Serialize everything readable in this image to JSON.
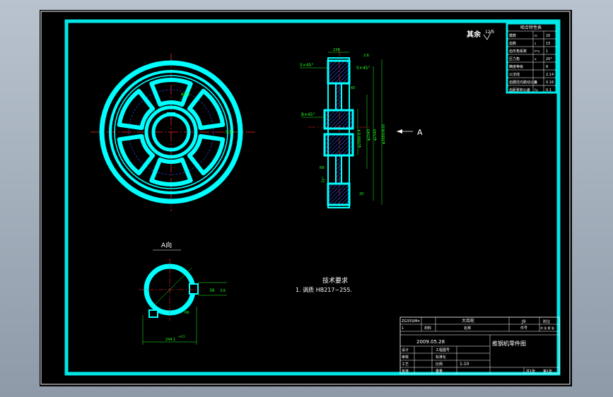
{
  "app": {
    "title": "AutoCAD drawing viewer"
  },
  "colors": {
    "frame": "#00e5e5",
    "part": "#00ffff",
    "dim": "#22ff22",
    "center": "#ff2222",
    "text": "#ffffff",
    "hatch": "#3355ff",
    "background": "#000000"
  },
  "roughness": {
    "label": "其余",
    "value": "12.5"
  },
  "table_title": "啮合特性表",
  "params": [
    {
      "label": "模数",
      "sym": "m",
      "value": "20"
    },
    {
      "label": "齿数",
      "sym": "z",
      "value": "15"
    },
    {
      "label": "齿形角系数",
      "sym": "h*a",
      "value": "1"
    },
    {
      "label": "压力角",
      "sym": "α",
      "value": "20°"
    },
    {
      "label": "精度等级",
      "sym": "",
      "value": "8"
    },
    {
      "label": "公法线",
      "sym": "",
      "value": "2.14"
    },
    {
      "label": "齿圈径向跳动公差",
      "sym": "Fr",
      "value": "0.16"
    },
    {
      "label": "齿距累积公差",
      "sym": "Fp",
      "value": "0.1"
    }
  ],
  "side_dims": {
    "width": "238",
    "chamfer_tl": "5×45°",
    "chamfer_tr": "5×45°",
    "chamfer_mid": "8×45°",
    "angle": "3.6",
    "d60": "60",
    "hub_d": "φ2000-0.4",
    "d2": "φ2540",
    "d3": "φ1540",
    "outer": "φ3680/Φ30",
    "bottom": "20",
    "angle2": "22°",
    "ra": "R8"
  },
  "view_arrow_label": "A",
  "view_title": "A向",
  "keyway_dims": {
    "key_w": "36",
    "key_d": "3.6",
    "keyway": "244.1",
    "r": "R6",
    "fit": "+0.5"
  },
  "front_dims": {
    "r1": "R30",
    "r2": "R50"
  },
  "tech": {
    "title": "技术要求",
    "line1": "1. 调质 HB217~255."
  },
  "title_block": {
    "material_code": "ZG35SiMn",
    "material_label": "材料",
    "quantity": "1",
    "part_name_label": "大齿轮",
    "name_label": "名称",
    "dwg_no": "J9",
    "dwg_no_label": "件号",
    "notes_label": "附注",
    "unit_label": "共 张 第 张",
    "date": "2009.05.28",
    "drawing_name": "推钢机零件图",
    "design_label": "设计",
    "check_label": "审核",
    "approve_label": "批准",
    "std_label": "标准化",
    "process_label": "工艺",
    "project_label": "工程图号",
    "weight_label": "重量",
    "scale_label": "比例",
    "scale": "1:10",
    "sheet_label": "共1张",
    "sheet_no_label": "第1张"
  }
}
